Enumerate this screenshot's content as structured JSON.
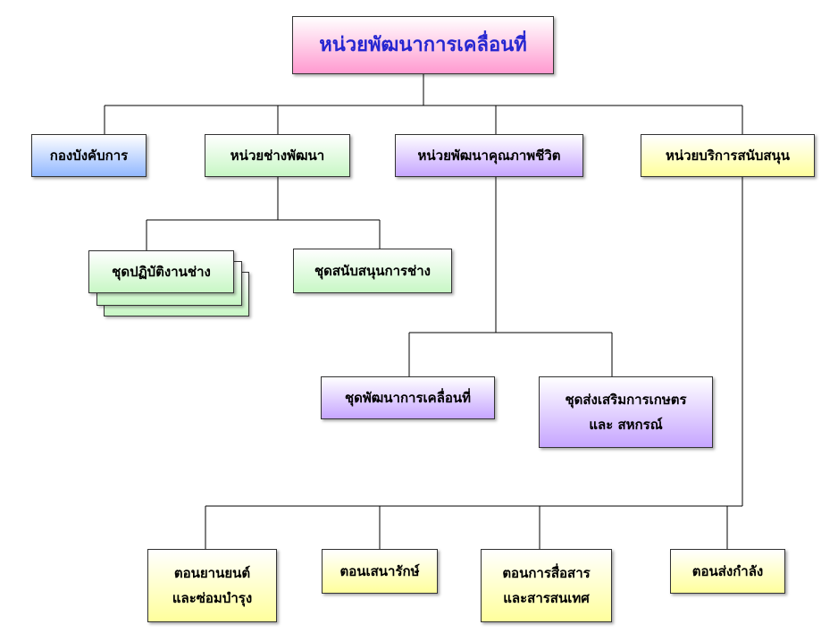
{
  "root": {
    "label": "หน่วยพัฒนาการเคลื่อนที่",
    "color": "#ff9ad0"
  },
  "level1": {
    "command": "กองบังคับการ",
    "engineering": "หน่วยช่างพัฒนา",
    "quality_of_life": "หน่วยพัฒนาคุณภาพชีวิต",
    "support": "หน่วยบริการสนับสนุน"
  },
  "engineering_units": {
    "operations_team": "ชุดปฏิบัติงานช่าง",
    "support_team": "ชุดสนับสนุนการช่าง"
  },
  "quality_units": {
    "mobile_dev_team": "ชุดพัฒนาการเคลื่อนที่",
    "agri_promo_line1": "ชุดส่งเสริมการเกษตร",
    "agri_promo_line2": "และ สหกรณ์"
  },
  "support_units": {
    "vehicle_line1": "ตอนยานยนต์",
    "vehicle_line2": "และซ่อมบำรุง",
    "supply": "ตอนเสนารักษ์",
    "comm_line1": "ตอนการสื่อสาร",
    "comm_line2": "และสารสนเทศ",
    "transport": "ตอนส่งกำลัง"
  },
  "colors": {
    "pink": "#ff9ad0",
    "blue": "#92b8ff",
    "green": "#c8f7c5",
    "purple": "#c6a5ff",
    "yellow": "#ffff9c",
    "title_text": "#2626d0"
  }
}
